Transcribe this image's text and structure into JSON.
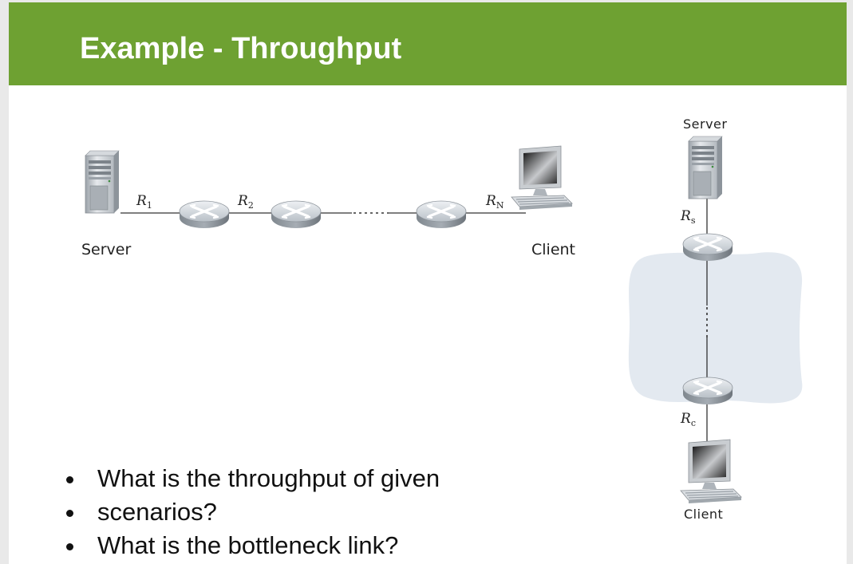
{
  "slide": {
    "title": "Example - Throughput"
  },
  "diagram_left": {
    "server_label": "Server",
    "client_label": "Client",
    "links": [
      {
        "base": "R",
        "sub": "1"
      },
      {
        "base": "R",
        "sub": "2"
      },
      {
        "base": "R",
        "sub": "N"
      }
    ]
  },
  "diagram_right": {
    "server_label": "Server",
    "client_label": "Client",
    "links": [
      {
        "base": "R",
        "sub": "s"
      },
      {
        "base": "R",
        "sub": "c"
      }
    ]
  },
  "bullets": [
    "What is the throughput of given",
    "scenarios?",
    "What is the bottleneck link?"
  ],
  "colors": {
    "title_bar": "#6ea132",
    "network_cloud": "#e3e9f0"
  }
}
